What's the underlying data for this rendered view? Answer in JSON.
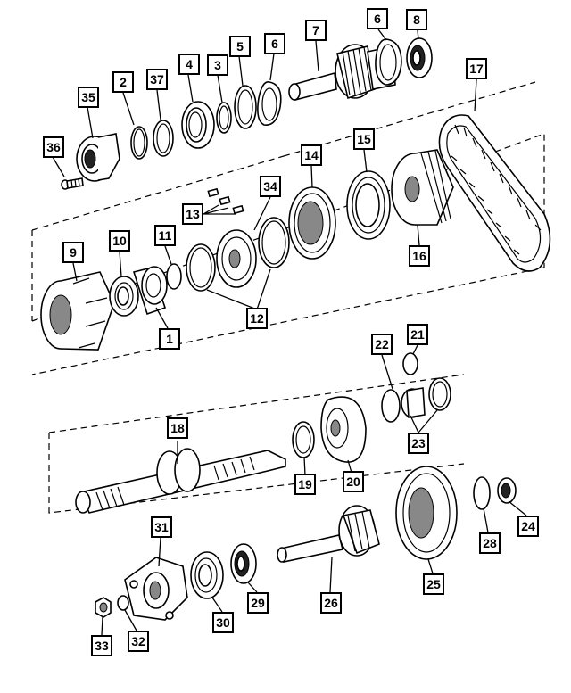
{
  "callouts": {
    "c1": "1",
    "c2": "2",
    "c3": "3",
    "c4": "4",
    "c5": "5",
    "c6a": "6",
    "c6b": "6",
    "c7": "7",
    "c8": "8",
    "c9": "9",
    "c10": "10",
    "c11": "11",
    "c12": "12",
    "c13": "13",
    "c14": "14",
    "c15": "15",
    "c16": "16",
    "c17": "17",
    "c18": "18",
    "c19": "19",
    "c20": "20",
    "c21": "21",
    "c22": "22",
    "c23": "23",
    "c24": "24",
    "c25": "25",
    "c26": "26",
    "c28": "28",
    "c29": "29",
    "c30": "30",
    "c31": "31",
    "c32": "32",
    "c33": "33",
    "c34": "34",
    "c35": "35",
    "c36": "36",
    "c37": "37"
  },
  "icons": [
    "gear-icon",
    "bearing-icon",
    "snap-ring-icon",
    "shaft-icon",
    "chain-icon",
    "bolt-icon",
    "nut-icon"
  ]
}
